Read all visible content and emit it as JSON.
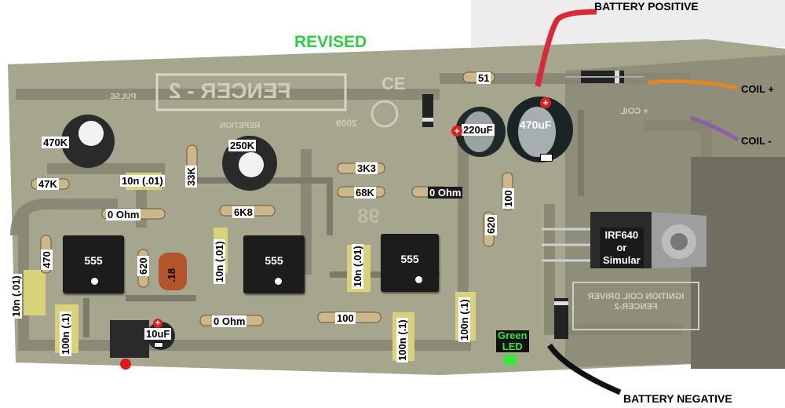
{
  "title": "REVISED",
  "board": {
    "silkscreen_name": "FENCER - 2",
    "silkscreen_year": "2009",
    "silkscreen_repetion": "REPETION",
    "silkscreen_pulse": "PULSE",
    "silkscreen_coil": "+ COIL",
    "silkscreen_code": "98",
    "silkscreen_driver": "IGNITION COIL DRIVER FENCER-2",
    "ce_mark": "CE"
  },
  "wires": {
    "battery_positive": "BATTERY POSITIVE",
    "battery_negative": "BATTERY NEGATIVE",
    "coil_plus": "COIL +",
    "coil_minus": "COIL -"
  },
  "components": {
    "pot_470k": "470K",
    "pot_250k": "250K",
    "r_47k": "47K",
    "r_33k": "33K",
    "c_10n_01_a": "10n  (.01)",
    "r_0ohm_a": "0 Ohm",
    "r_6k8": "6K8",
    "r_3k3": "3K3",
    "r_68k": "68K",
    "r_0ohm_b": "0 Ohm",
    "r_51": "51",
    "c_220uf": "220uF",
    "c_470uf": "470uF",
    "r_100_a": "100",
    "r_620_a": "620",
    "ic1": "555",
    "ic2": "555",
    "ic3": "555",
    "r_470": "470",
    "r_620_b": "620",
    "c_18": ".18",
    "c_10n_01_b": "10n (.01)",
    "c_10n_01_c": "10n (.01)",
    "c_10n_01_d": "10n (.01)",
    "c_100n_1_a": "100n (.1)",
    "c_100n_1_b": "100n (.1)",
    "c_100n_1_c": "100n (.1)",
    "c_10uf": "10uF",
    "r_0ohm_c": "0 Ohm",
    "r_100_b": "100",
    "mosfet_line1": "IRF640",
    "mosfet_line2": "or",
    "mosfet_line3": "Simular",
    "led_line1": "Green",
    "led_line2": "LED"
  },
  "colors": {
    "title": "#2ecc40",
    "board": "#a6a58e",
    "trace": "#8a8a78",
    "wire_red": "#d8283a",
    "wire_orange": "#e0872a",
    "wire_purple": "#8e5fa8",
    "led_green": "#39e639"
  }
}
